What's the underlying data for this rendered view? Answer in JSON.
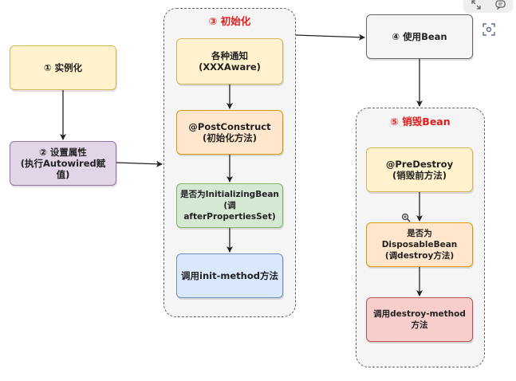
{
  "groups": {
    "init": {
      "title": "③ 初始化"
    },
    "destroy": {
      "title": "⑤ 销毁Bean"
    }
  },
  "nodes": {
    "instantiate": {
      "lines": [
        "① 实例化"
      ]
    },
    "set_props": {
      "lines": [
        "② 设置属性",
        "(执行Autowired赋",
        "值)"
      ]
    },
    "aware": {
      "lines": [
        "各种通知",
        "(XXXAware)"
      ]
    },
    "post_construct": {
      "lines": [
        "@PostConstruct",
        "(初始化方法)"
      ]
    },
    "initializing_bean": {
      "lines": [
        "是否为InitializingBean",
        "(调afterPropertiesSet)"
      ]
    },
    "init_method": {
      "lines": [
        "调用init-method方法"
      ]
    },
    "use_bean": {
      "lines": [
        "④ 使用Bean"
      ]
    },
    "pre_destroy": {
      "lines": [
        "@PreDestroy",
        "(销毁前方法)"
      ]
    },
    "disposable_bean": {
      "lines": [
        "是否为DisposableBean",
        "(调destroy方法)"
      ]
    },
    "destroy_method": {
      "lines": [
        "调用destroy-method方法"
      ]
    }
  },
  "colors": {
    "yellow": "#fff2cc",
    "purple": "#e1d5e7",
    "orange": "#ffe6cc",
    "green": "#d5e8d4",
    "blue": "#dae8fc",
    "red": "#f8cecc",
    "gray": "#f5f5f5",
    "group_title": "#e01b1b"
  },
  "icons": {
    "toolbar": [
      "expand-icon",
      "comment-icon"
    ],
    "floating": "scan-icon",
    "cursor": "zoom-in-cursor-icon"
  }
}
